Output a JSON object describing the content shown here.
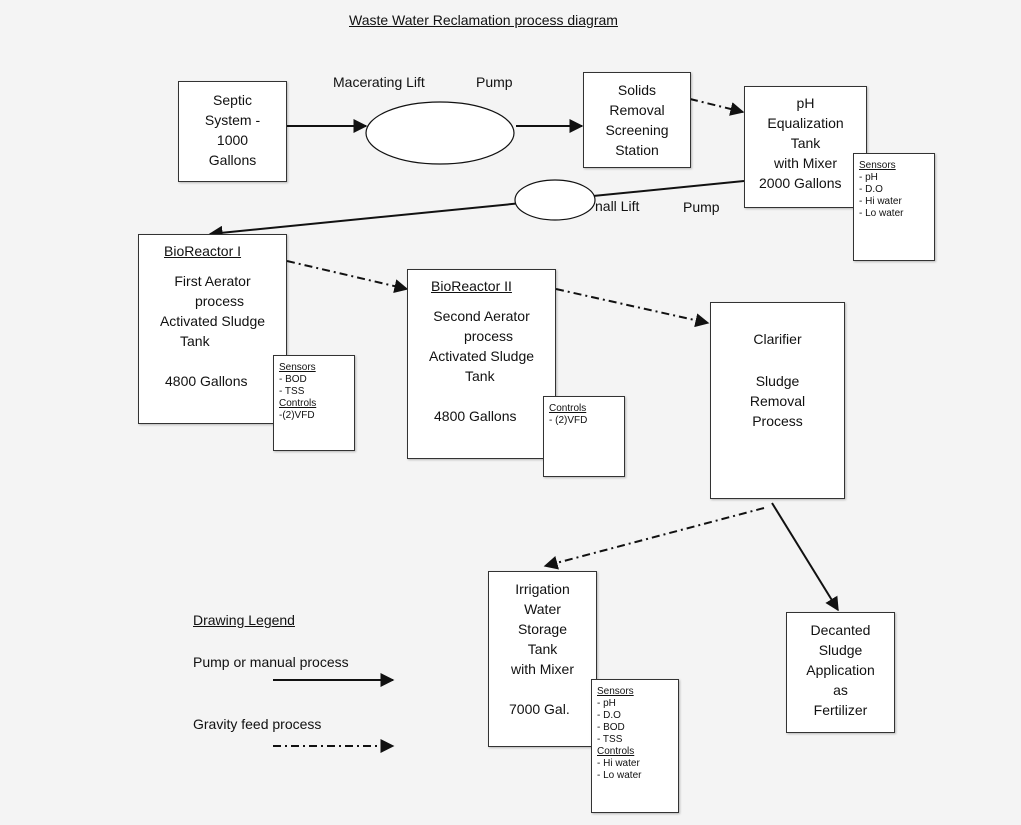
{
  "title": "Waste Water Reclamation process diagram",
  "nodes": {
    "septic": [
      "Septic",
      "System -",
      "1000",
      "Gallons"
    ],
    "solids": [
      "Solids",
      "Removal",
      "Screening",
      "Station"
    ],
    "ph_tank": [
      "pH",
      "Equalization",
      "Tank",
      "with Mixer",
      "2000 Gallons"
    ],
    "bioreactor1": {
      "title": "BioReactor I",
      "lines": [
        "First Aerator",
        "process",
        "Activated Sludge",
        "Tank",
        "4800 Gallons"
      ]
    },
    "bioreactor2": {
      "title": "BioReactor II",
      "lines": [
        "Second Aerator",
        "process",
        "Activated Sludge",
        "Tank",
        "4800 Gallons"
      ]
    },
    "clarifier": [
      "Clarifier",
      "Sludge",
      "Removal",
      "Process"
    ],
    "irrigation": [
      "Irrigation",
      "Water",
      "Storage",
      "Tank",
      "with Mixer",
      "7000 Gal."
    ],
    "decanted": [
      "Decanted",
      "Sludge",
      "Application",
      "as",
      "Fertilizer"
    ]
  },
  "sensor_boxes": {
    "ph_tank": {
      "header": "Sensors",
      "items": [
        "- pH",
        "- D.O",
        "- Hi water",
        "- Lo water"
      ]
    },
    "bioreactor1": {
      "sensors_header": "Sensors",
      "sensors": [
        "- BOD",
        "- TSS"
      ],
      "controls_header": "Controls",
      "controls": [
        "-(2)VFD"
      ]
    },
    "bioreactor2": {
      "controls_header": "Controls",
      "controls": [
        "- (2)VFD"
      ]
    },
    "irrigation": {
      "sensors_header": "Sensors",
      "sensors": [
        "- pH",
        "- D.O",
        "- BOD",
        "- TSS"
      ],
      "controls_header": "Controls",
      "controls": [
        "- Hi water",
        "- Lo water"
      ]
    }
  },
  "pump_labels": {
    "macerating_lift": "Macerating Lift",
    "macerating_pump": "Pump",
    "small_lift": "nall Lift",
    "small_pump": "Pump"
  },
  "legend": {
    "title": "Drawing Legend",
    "pump": "Pump or manual process",
    "gravity": "Gravity feed process"
  }
}
